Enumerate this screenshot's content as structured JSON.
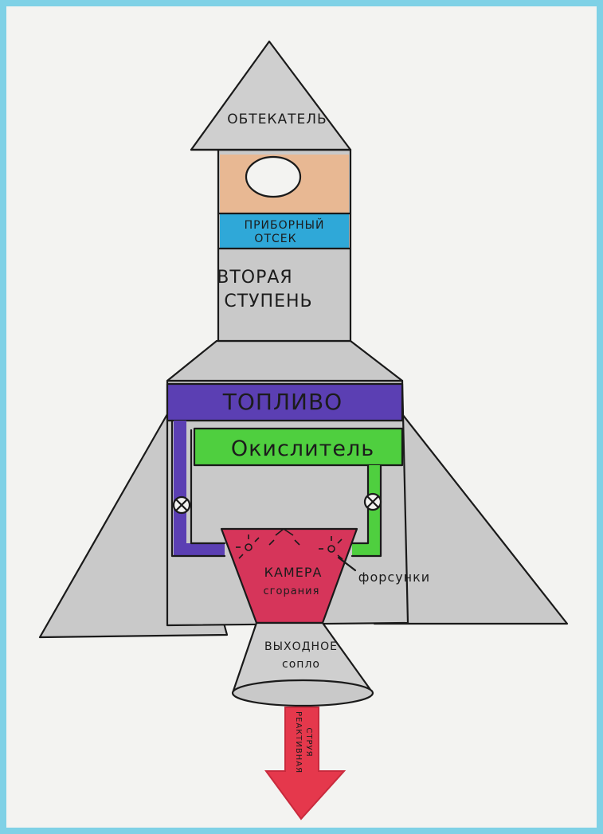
{
  "labels": {
    "fairing": "ОБТЕКАТЕЛЬ",
    "instrument_bay_line1": "ПРИБОРНЫЙ",
    "instrument_bay_line2": "ОТСЕК",
    "second_stage_line1": "ВТОРАЯ",
    "second_stage_line2": "СТУПЕНЬ",
    "fuel": "ТОПЛИВО",
    "oxidizer": "Окислитель",
    "combustion_chamber_line1": "КАМЕРА",
    "combustion_chamber_line2": "сгорания",
    "injectors": "форсунки",
    "nozzle_line1": "ВЫХОДНОЕ",
    "nozzle_line2": "сопло",
    "jet_line1": "РЕАКТИВНАЯ",
    "jet_line2": "СТРУЯ"
  },
  "colors": {
    "frame": "#7fd1e6",
    "paper": "#f3f3f1",
    "body_gray": "#c9c9c9",
    "fairing_gray": "#cfcfcf",
    "peach": "#e8b893",
    "blue": "#2fa8d8",
    "purple": "#5b3fb3",
    "green": "#4fcf3f",
    "chamber_red": "#d6355a",
    "jet_red": "#e5384c",
    "ink": "#1a1a1a"
  }
}
